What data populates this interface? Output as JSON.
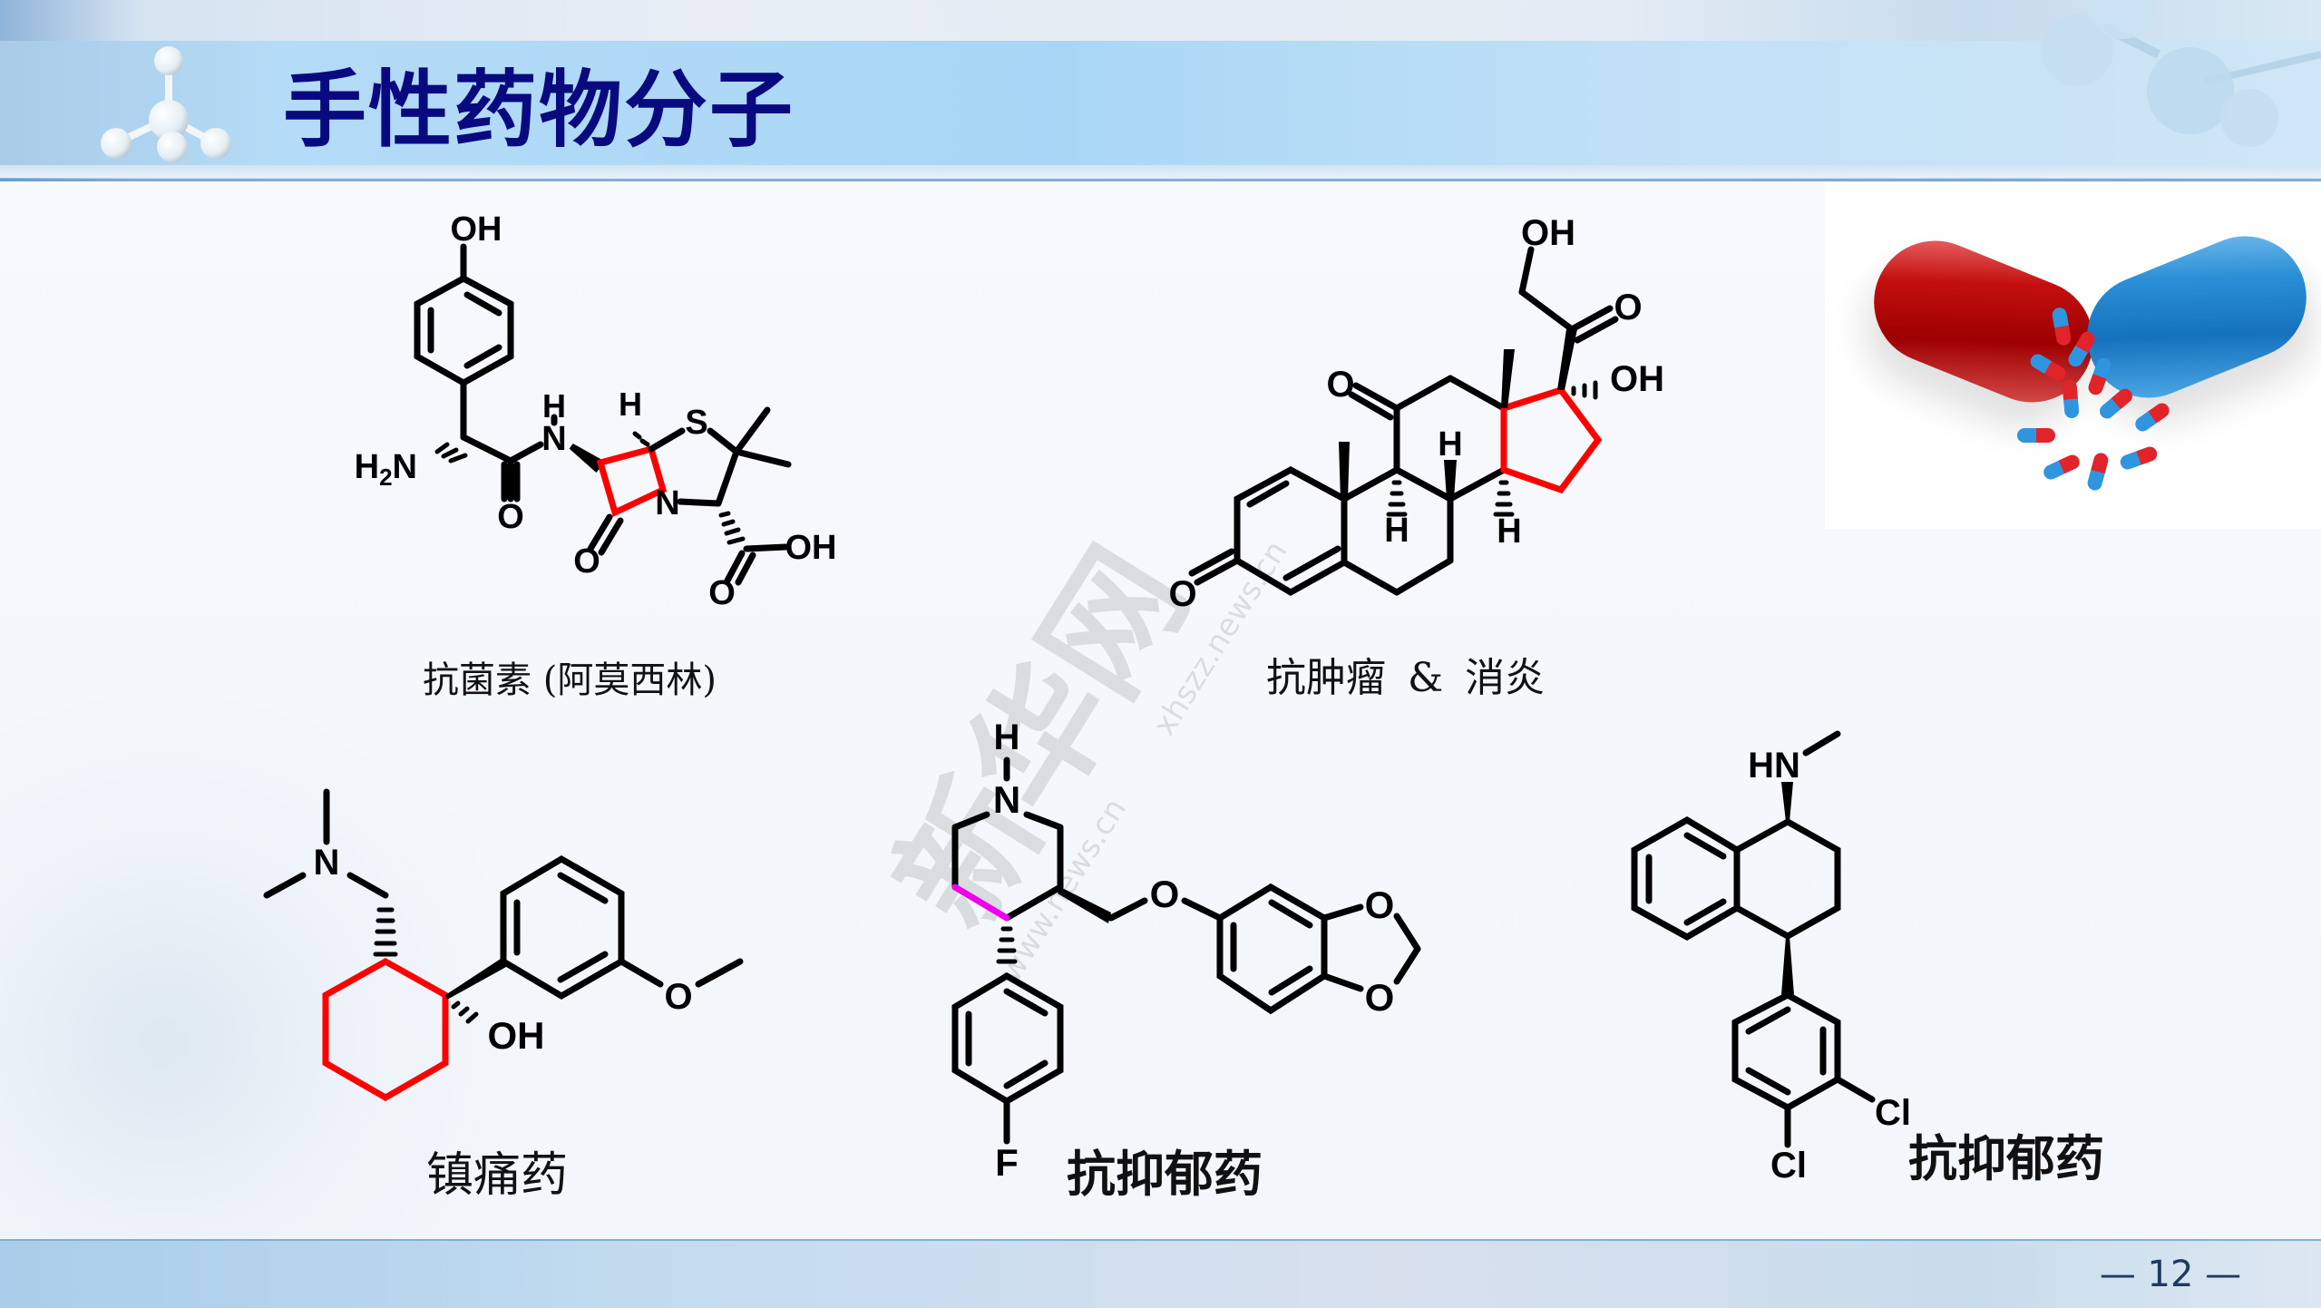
{
  "header": {
    "title": "手性药物分子",
    "logo_icon": "molecule-icon"
  },
  "molecules": [
    {
      "id": "amoxicillin",
      "caption": "抗菌素 (阿莫西林)",
      "highlight_color": "#ff0000",
      "atoms": {
        "oh_top": "OH",
        "nh2": "H2N",
        "amide_h": "H",
        "amide_n": "N",
        "o_amide": "O",
        "h_stereo": "H",
        "s": "S",
        "n_ring": "N",
        "o_lactam": "O",
        "cooh_oh": "OH",
        "cooh_o": "O"
      }
    },
    {
      "id": "steroid",
      "caption": "抗肿瘤 & 消炎",
      "highlight_color": "#ff0000",
      "atoms": {
        "oh_21": "OH",
        "o_20": "O",
        "oh_17": "OH",
        "o_11": "O",
        "o_3": "O",
        "h_8": "H",
        "h_9": "H",
        "h_14": "H"
      }
    },
    {
      "id": "tramadol",
      "caption": "镇痛药",
      "highlight_color": "#ff0000",
      "atoms": {
        "n": "N",
        "oh": "OH",
        "o_methoxy": "O"
      }
    },
    {
      "id": "paroxetine",
      "caption": "抗抑郁药",
      "highlight_color": "#ee00ee",
      "atoms": {
        "h": "H",
        "n": "N",
        "o_ether": "O",
        "o_dioxole_1": "O",
        "o_dioxole_2": "O",
        "f": "F"
      }
    },
    {
      "id": "sertraline",
      "caption": "抗抑郁药",
      "atoms": {
        "hn": "HN",
        "cl_1": "Cl",
        "cl_2": "Cl"
      }
    }
  ],
  "images": {
    "pill_photo": "capsule-pills-image"
  },
  "watermark": {
    "main": "新华网",
    "url_1": "www.news.cn",
    "url_2": "xhszz.news.cn"
  },
  "footer": {
    "page_number": "— 12 —"
  },
  "colors": {
    "title": "#0a0a80",
    "title_band": "#a9d6f6",
    "highlight_red": "#ff0000",
    "highlight_magenta": "#ee00ee",
    "page_number": "#1f3a5f"
  }
}
